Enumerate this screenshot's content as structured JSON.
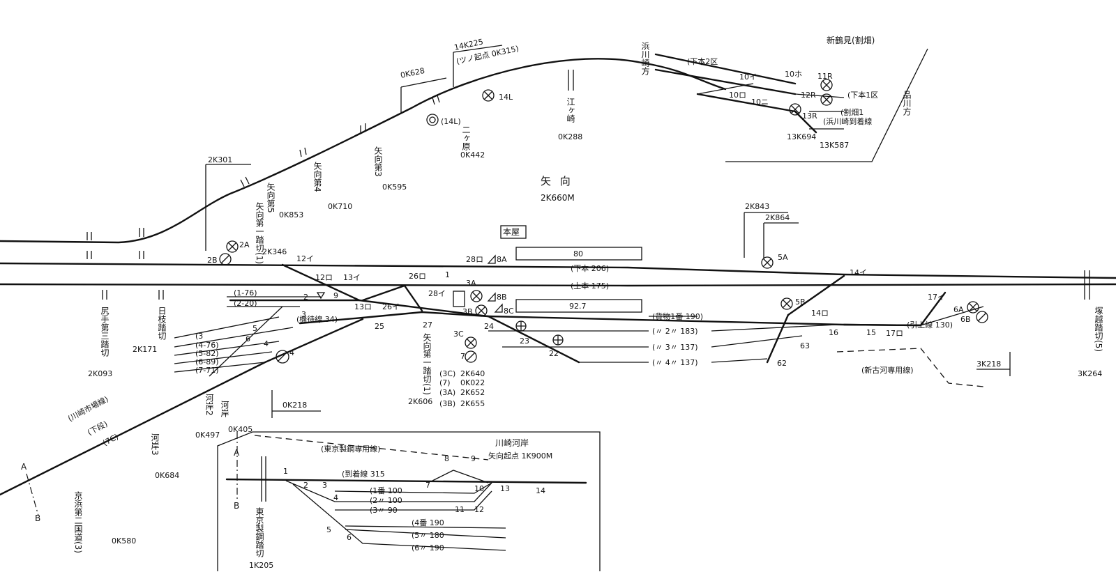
{
  "stations": {
    "yako": {
      "name": "矢 向",
      "length": "2K660M",
      "office": "本屋"
    },
    "shin_tsurumi": {
      "name": "新鶴見(割畑)"
    },
    "kawasaki_kagan": {
      "name": "川崎河岸",
      "length": "矢向起点 1K900M"
    }
  },
  "directions": {
    "hamakawasaki": "浜川崎方",
    "shinagawa": "品川方"
  },
  "mainline_tracks": [
    {
      "label": "(下本 206)"
    },
    {
      "label": "(上本 175)"
    },
    {
      "label": "(貨物1番 190)"
    },
    {
      "label": "(〃 2〃 183)"
    },
    {
      "label": "(〃 3〃 137)"
    },
    {
      "label": "(〃 4〃 137)"
    },
    {
      "label": "(引上線 130)"
    },
    {
      "label": "(新古河専用線)"
    },
    {
      "label": "(機待線 34)"
    },
    {
      "label": "(1-76)"
    },
    {
      "label": "(2-20)"
    },
    {
      "label": "(3"
    },
    {
      "label": "(4-76)"
    },
    {
      "label": "(5-82)"
    },
    {
      "label": "(6-89)"
    },
    {
      "label": "(7-71)"
    }
  ],
  "platform_labels": {
    "upper": "80",
    "lower": "92.7"
  },
  "branch_tracks": [
    {
      "label": "(下本2区"
    },
    {
      "label": "(下本1区"
    },
    {
      "label": "(割畑1"
    },
    {
      "label": "(浜川崎到着線"
    }
  ],
  "kagan_tracks": [
    {
      "label": "(到着線 315"
    },
    {
      "label": "(1番 100"
    },
    {
      "label": "(2〃 100"
    },
    {
      "label": "(3〃 90"
    },
    {
      "label": "(4番 190"
    },
    {
      "label": "(5〃 180"
    },
    {
      "label": "(6〃 190"
    }
  ],
  "crossings": [
    {
      "name": "尻手第三踏切",
      "km": "2K093"
    },
    {
      "name": "日枝踏切",
      "km": "2K171"
    },
    {
      "name": "矢向第一踏切(1)",
      "km": "2K346"
    },
    {
      "name": "矢向第5",
      "km": "0K853"
    },
    {
      "name": "矢向第4",
      "km": "0K710"
    },
    {
      "name": "矢向第3",
      "km": "0K595"
    },
    {
      "name": "二ヶ原",
      "km": "0K442"
    },
    {
      "name": "江ヶ崎",
      "km": "0K288"
    },
    {
      "name": "矢向第一踏切(1)",
      "km": "2K606"
    },
    {
      "name": "塚越踏切(5)",
      "km": "3K264"
    },
    {
      "name": "河岸2",
      "km": "0K497"
    },
    {
      "name": "河岸",
      "km": "0K405"
    },
    {
      "name": "河岸3",
      "km": "0K684"
    },
    {
      "name": "京浜第二国道(3)",
      "km": "0K580"
    },
    {
      "name": "東京製鋼踏切",
      "km": "1K205"
    }
  ],
  "km_posts": [
    "2K301",
    "0K628",
    "14K225",
    "(ツノ起点 0K315)",
    "2K843",
    "2K864",
    "3K218",
    "0K218",
    "13K694",
    "13K587",
    "2K640",
    "0K022",
    "2K652",
    "2K655",
    "(3C)",
    "(7)",
    "(3A)",
    "(3B)"
  ],
  "signals": [
    "2A",
    "2B",
    "8A",
    "8B",
    "8C",
    "3A",
    "3B",
    "3C",
    "4",
    "5A",
    "5B",
    "6A",
    "6B",
    "7",
    "9",
    "14L",
    "(14L)",
    "11R",
    "12R",
    "13R"
  ],
  "switches": [
    "12イ",
    "12ロ",
    "13イ",
    "13ロ",
    "26イ",
    "26ロ",
    "28イ",
    "28ロ",
    "27",
    "25",
    "24",
    "23",
    "22",
    "14イ",
    "14ロ",
    "15",
    "16",
    "17イ",
    "17ロ",
    "62",
    "63",
    "1",
    "2",
    "3",
    "4",
    "5",
    "6",
    "10イ",
    "10ロ",
    "10ニ",
    "10ホ"
  ],
  "kagan_switches": [
    "1",
    "2",
    "3",
    "4",
    "5",
    "6",
    "7",
    "8",
    "9",
    "10",
    "11",
    "12",
    "13",
    "14"
  ],
  "sidings": [
    "(川崎市場線)",
    "(東京製鋼専用線)"
  ],
  "other_labels": [
    "(下段)",
    "(7C)",
    "A",
    "B"
  ]
}
